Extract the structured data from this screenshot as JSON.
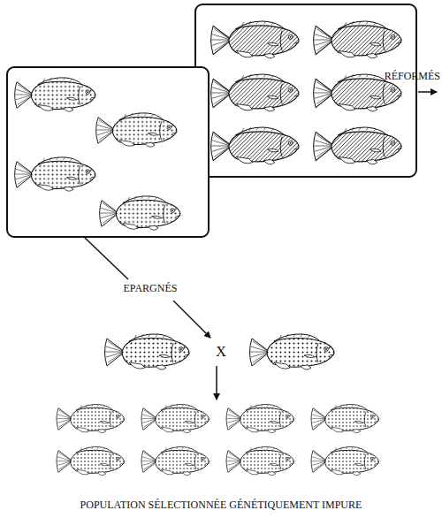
{
  "diagram": {
    "caption": "POPULATION SÉLECTIONNÉE GÉNÉTIQUEMENT IMPURE",
    "labels": [
      "RÉFORMÉS",
      "EPARGNÉS",
      "X"
    ]
  }
}
